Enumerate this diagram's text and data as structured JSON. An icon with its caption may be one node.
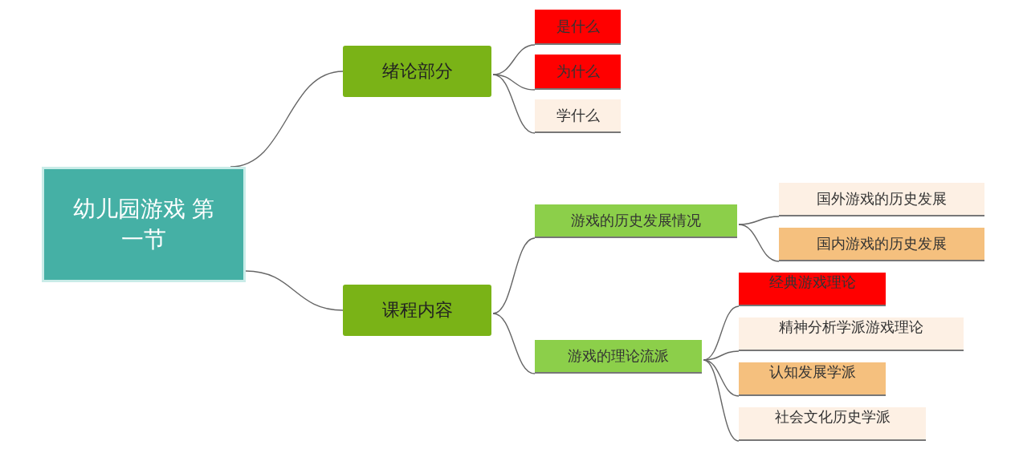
{
  "diagram": {
    "nodes": [
      {
        "text": [
          "幼儿园游戏 第一节"
        ]
      },
      {
        "text": [
          "绪论部分"
        ]
      },
      {
        "text": [
          "是什么"
        ]
      },
      {
        "text": [
          "为什么"
        ]
      },
      {
        "text": [
          "学什么"
        ]
      },
      {
        "text": [
          "课程内容"
        ]
      },
      {
        "text": [
          "游戏的历史发展情况"
        ]
      },
      {
        "text": [
          "国外游戏的历史发展"
        ]
      },
      {
        "text": [
          "国内游戏的历史发展"
        ]
      },
      {
        "text": [
          "游戏的理论流派"
        ]
      },
      {
        "text": [
          "经典游戏理论"
        ]
      },
      {
        "text": [
          "精神分析学派游戏理论"
        ]
      },
      {
        "text": [
          "认知发展学派"
        ]
      },
      {
        "text": [
          "社会文化历史学派"
        ]
      }
    ],
    "edges": [
      {
        "from": 0,
        "to": 1,
        "arrow": "none"
      },
      {
        "from": 0,
        "to": 5,
        "arrow": "none"
      },
      {
        "from": 1,
        "to": 2,
        "arrow": "none"
      },
      {
        "from": 1,
        "to": 3,
        "arrow": "none"
      },
      {
        "from": 1,
        "to": 4,
        "arrow": "none"
      },
      {
        "from": 5,
        "to": 6,
        "arrow": "none"
      },
      {
        "from": 5,
        "to": 9,
        "arrow": "none"
      },
      {
        "from": 6,
        "to": 7,
        "arrow": "none"
      },
      {
        "from": 6,
        "to": 8,
        "arrow": "none"
      },
      {
        "from": 9,
        "to": 10,
        "arrow": "none"
      },
      {
        "from": 9,
        "to": 11,
        "arrow": "none"
      },
      {
        "from": 9,
        "to": 12,
        "arrow": "none"
      },
      {
        "from": 9,
        "to": 13,
        "arrow": "none"
      }
    ]
  }
}
